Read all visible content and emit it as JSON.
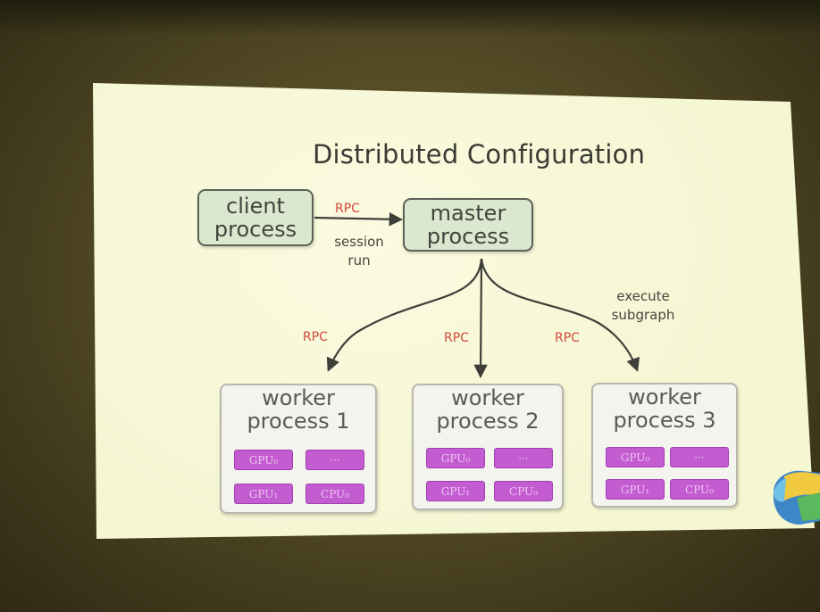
{
  "slide": {
    "title": "Distributed Configuration"
  },
  "nodes": {
    "client": "client\nprocess",
    "master": "master\nprocess"
  },
  "edges": {
    "client_master_rpc": "RPC",
    "client_master_label": "session\nrun",
    "worker1_rpc": "RPC",
    "worker2_rpc": "RPC",
    "worker3_rpc": "RPC",
    "worker3_label": "execute\nsubgraph"
  },
  "workers": [
    {
      "title": "worker\nprocess 1",
      "chips": [
        "GPU₀",
        "···",
        "GPU₁",
        "CPU₀"
      ]
    },
    {
      "title": "worker\nprocess 2",
      "chips": [
        "GPU₀",
        "···",
        "GPU₁",
        "CPU₀"
      ]
    },
    {
      "title": "worker\nprocess 3",
      "chips": [
        "GPU₀",
        "···",
        "GPU₁",
        "CPU₀"
      ]
    }
  ],
  "colors": {
    "slide_bg": "#f5f6d2",
    "node_fill": "#dbe8cf",
    "chip_fill": "#c35bd1",
    "rpc_text": "#d1483c",
    "arrow": "#3e3f38"
  },
  "icons": {
    "corner_logo": "tensorflow-brain-logo-icon"
  }
}
